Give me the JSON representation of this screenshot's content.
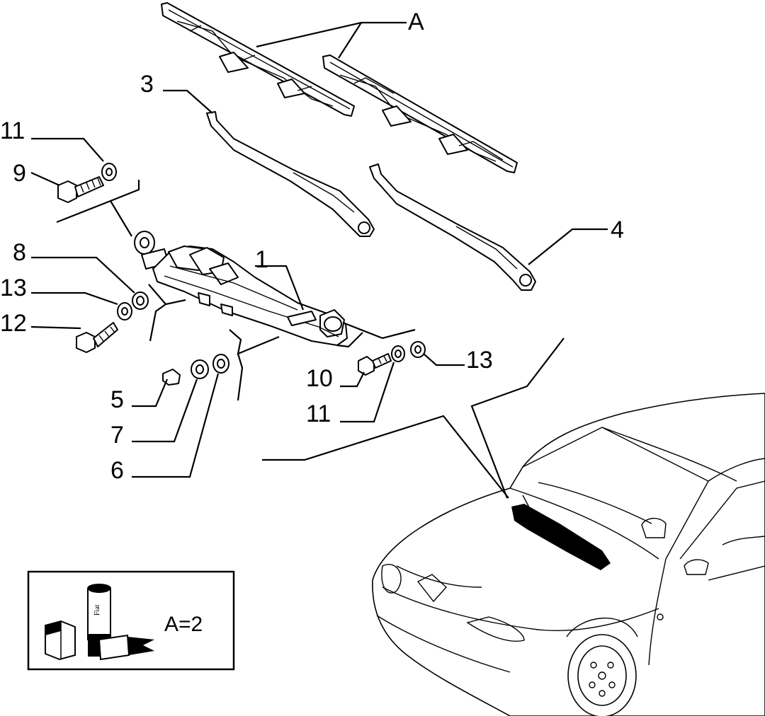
{
  "callouts": {
    "A": "A",
    "c1": "1",
    "c3": "3",
    "c4": "4",
    "c5": "5",
    "c6": "6",
    "c7": "7",
    "c8": "8",
    "c9": "9",
    "c10": "10",
    "c11a": "11",
    "c11b": "11",
    "c12": "12",
    "c13a": "13",
    "c13b": "13"
  },
  "legend": {
    "quantity_text": "A=2",
    "can_brand": "Fiat"
  }
}
